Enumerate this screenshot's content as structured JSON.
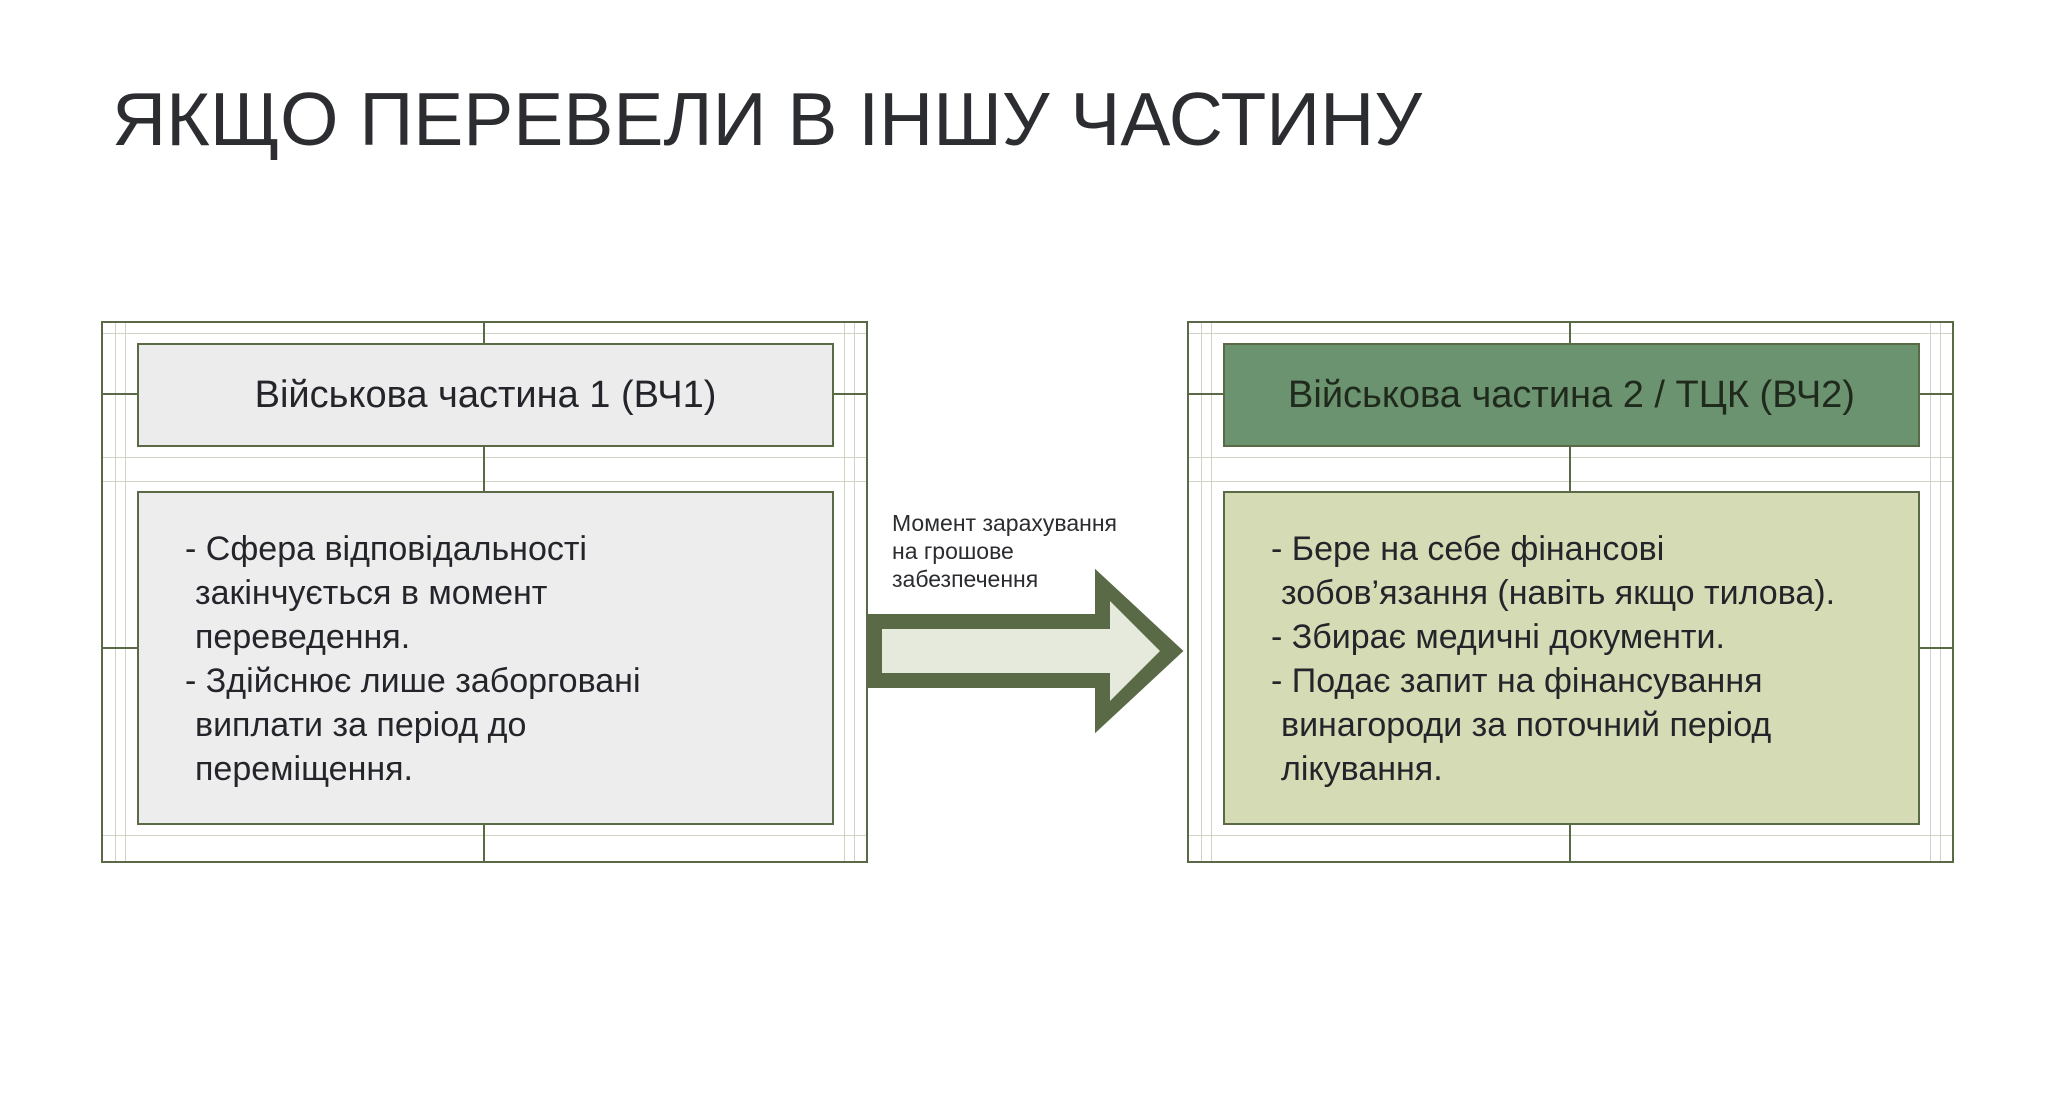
{
  "title": "ЯКЩО ПЕРЕВЕЛИ В ІНШУ ЧАСТИНУ",
  "left": {
    "header": "Військова частина 1 (ВЧ1)",
    "lines": [
      "- Сфера відповідальності",
      "закінчується в момент",
      "переведення.",
      "- Здійснює лише заборговані",
      "виплати за період до",
      "переміщення."
    ]
  },
  "right": {
    "header": "Військова частина 2 / ТЦК (ВЧ2)",
    "lines": [
      "- Бере на себе фінансові",
      "зобов’язання (навіть якщо тилова).",
      "- Збирає медичні документи.",
      "- Подає запит на фінансування",
      "винагороди за поточний період",
      "лікування."
    ]
  },
  "arrow": {
    "label_lines": [
      "Момент зарахування",
      "на грошове",
      "забезпечення"
    ]
  },
  "colors": {
    "border": "#5b6a46",
    "left_fill": "#ececec",
    "right_header_fill": "#6b9370",
    "right_body_fill": "#d5dbb4",
    "arrow_fill": "#e6eadc"
  }
}
